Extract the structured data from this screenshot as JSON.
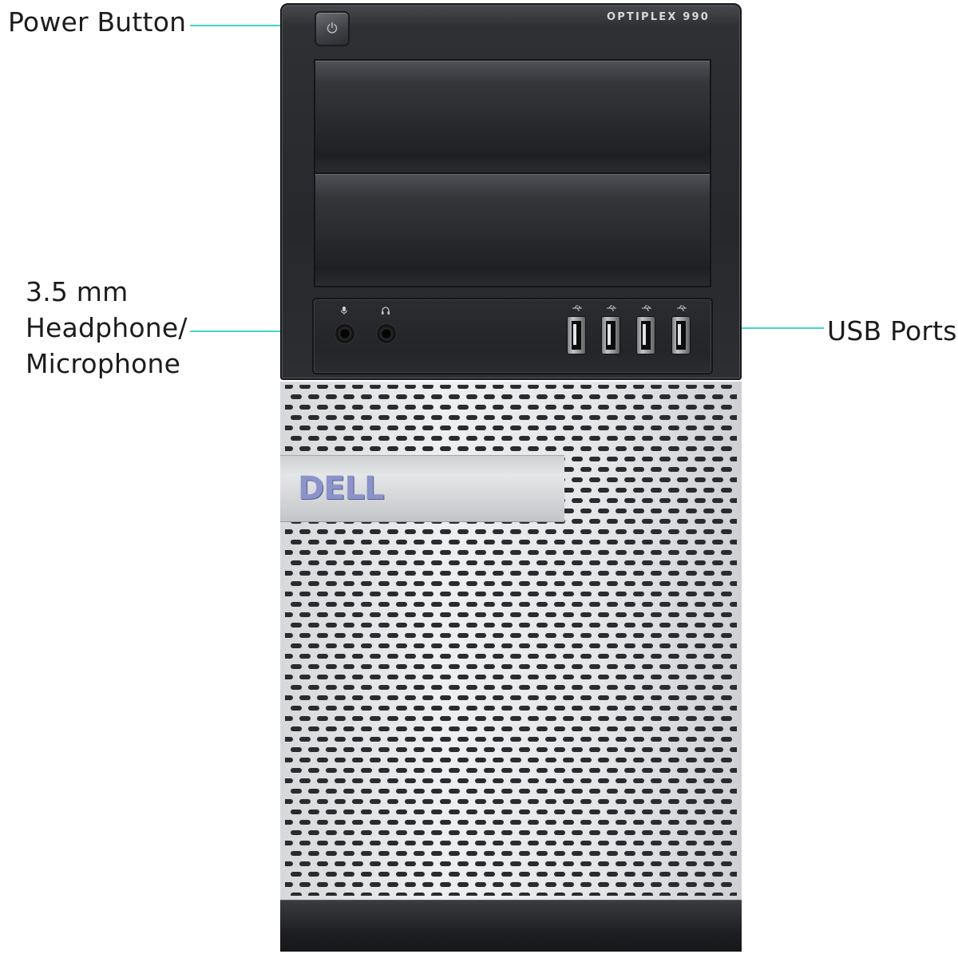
{
  "labels": {
    "power": "Power Button",
    "audio_line1": "3.5 mm",
    "audio_line2": "Headphone/",
    "audio_line3": "Microphone",
    "usb": "USB Ports"
  },
  "device": {
    "model": "OPTIPLEX 990",
    "brand_logo": "DELL"
  },
  "colors": {
    "leader_line": "#3fd6c8",
    "label_text": "#1c1c1c"
  },
  "icons": [
    "power-icon",
    "microphone-icon",
    "headphone-icon",
    "usb-icon"
  ]
}
